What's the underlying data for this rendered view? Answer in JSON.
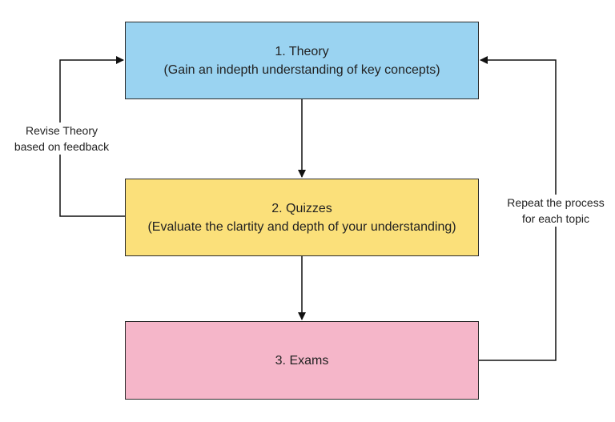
{
  "diagram": {
    "nodes": [
      {
        "id": "theory",
        "title": "1. Theory",
        "subtitle": "(Gain an indepth understanding of key concepts)",
        "fill": "#9ad3f1"
      },
      {
        "id": "quizzes",
        "title": "2. Quizzes",
        "subtitle": "(Evaluate the clartity and depth of your understanding)",
        "fill": "#fbe07a"
      },
      {
        "id": "exams",
        "title": "3. Exams",
        "fill": "#f5b6c9"
      }
    ],
    "edges": [
      {
        "from": "theory",
        "to": "quizzes"
      },
      {
        "from": "quizzes",
        "to": "exams"
      },
      {
        "from": "quizzes",
        "to": "theory",
        "label_line1": "Revise Theory",
        "label_line2": "based on feedback"
      },
      {
        "from": "exams",
        "to": "theory",
        "label_line1": "Repeat the process",
        "label_line2": "for each topic"
      }
    ],
    "line_color": "#111111",
    "border_color": "#2b2b2b"
  }
}
